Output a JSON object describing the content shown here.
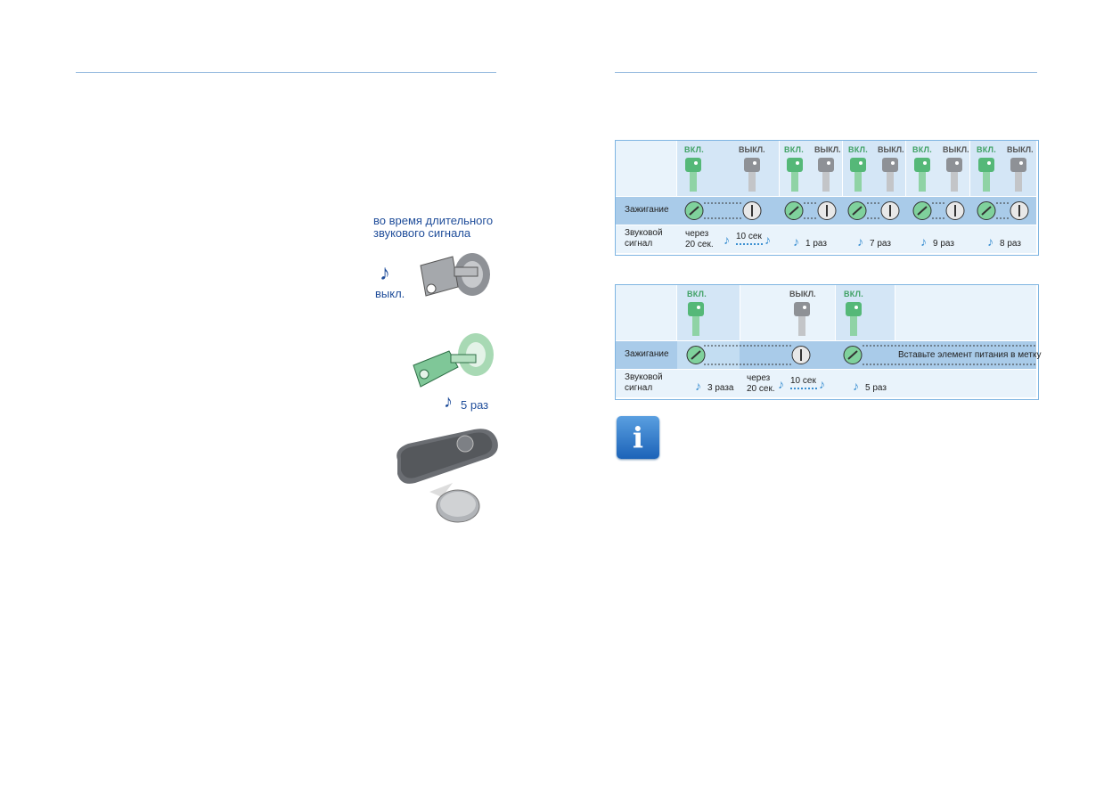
{
  "left_panel": {
    "caption_during": "во время длительного звукового сигнала",
    "caption_off": "выкл.",
    "caption_times": "5 раз"
  },
  "table1": {
    "row_ignition": "Зажигание",
    "row_signal": "Звуковой сигнал",
    "on": "ВКЛ.",
    "off": "ВЫКЛ.",
    "delay_text": "через 20 сек.",
    "interval_text": "10 сек",
    "counts": [
      "1 раз",
      "7 раз",
      "9 раз",
      "8 раз"
    ]
  },
  "table2": {
    "row_ignition": "Зажигание",
    "row_signal": "Звуковой сигнал",
    "on": "ВКЛ.",
    "off": "ВЫКЛ.",
    "first_count": "3 раза",
    "delay_text": "через 20 сек.",
    "interval_text": "10 сек",
    "last_count": "5 раз",
    "insert_text": "Вставьте элемент питания в метку"
  },
  "colors": {
    "rule": "#8fb6dd",
    "light": "#dcecf8",
    "mid": "#c3ddf2",
    "header": "#a9cbe9",
    "green": "#55b878",
    "gray": "#8e9196"
  }
}
